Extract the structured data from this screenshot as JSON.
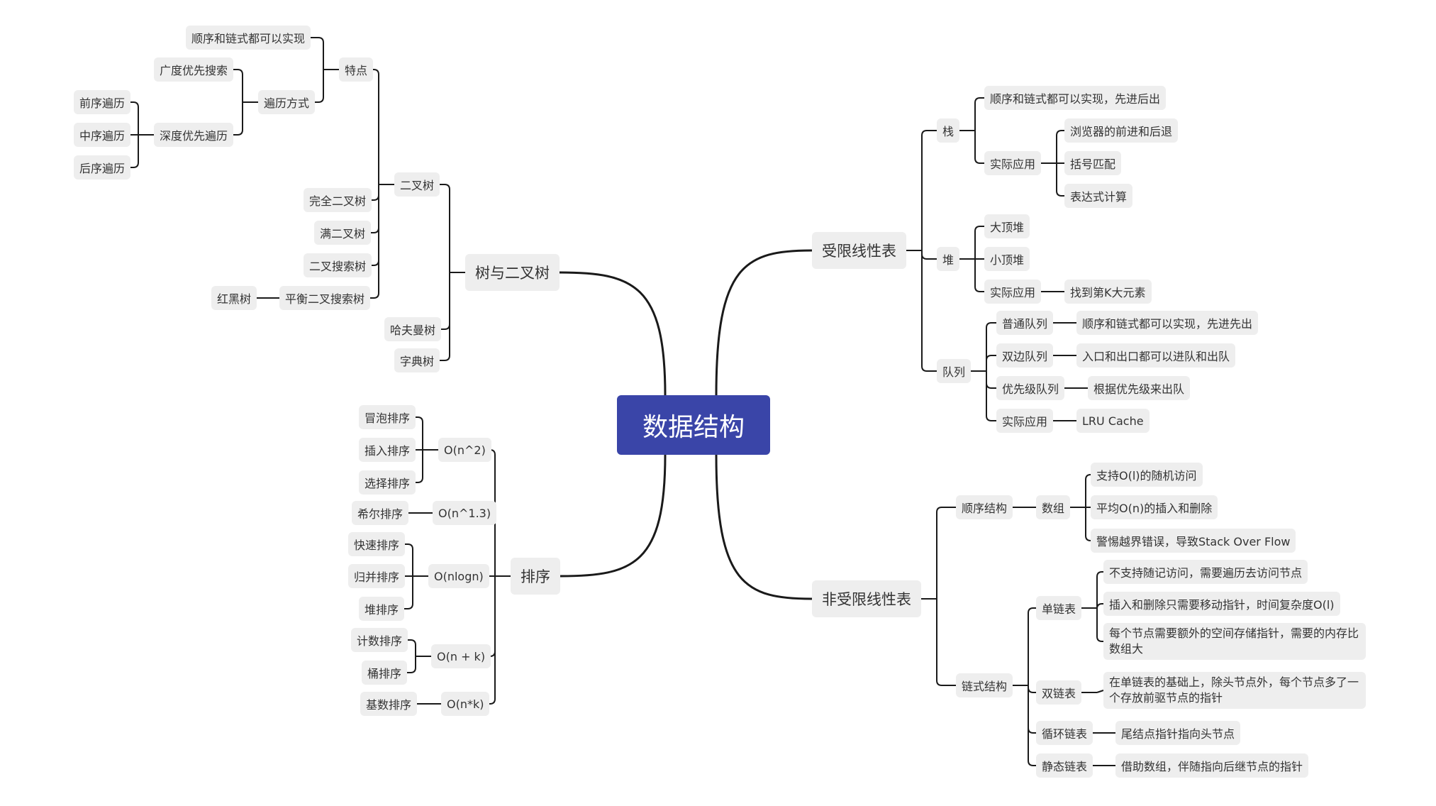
{
  "colors": {
    "root_bg": "#3a45a8",
    "root_text": "#ffffff",
    "node_bg": "#eeeeee",
    "node_text": "#333333",
    "line": "#1a1a1a"
  },
  "nodes": {
    "root": "数据结构",
    "tree": "树与二叉树",
    "binary_tree": "二叉树",
    "features": "特点",
    "seq_chain": "顺序和链式都可以实现",
    "traverse": "遍历方式",
    "bfs": "广度优先搜索",
    "dfs": "深度优先遍历",
    "preorder": "前序遍历",
    "inorder": "中序遍历",
    "postorder": "后序遍历",
    "complete_bt": "完全二叉树",
    "full_bt": "满二叉树",
    "bst": "二叉搜索树",
    "balanced_bst": "平衡二叉搜索树",
    "rbtree": "红黑树",
    "huffman": "哈夫曼树",
    "trie": "字典树",
    "sort": "排序",
    "o_n2": "O(n^2)",
    "bubble": "冒泡排序",
    "insertion": "插入排序",
    "selection": "选择排序",
    "o_n13": "O(n^1.3)",
    "shell": "希尔排序",
    "o_nlogn": "O(nlogn)",
    "quick": "快速排序",
    "merge": "归并排序",
    "heapsort": "堆排序",
    "o_nk": "O(n + k)",
    "counting": "计数排序",
    "bucket": "桶排序",
    "o_nxk": "O(n*k)",
    "radix": "基数排序",
    "restricted": "受限线性表",
    "stack": "栈",
    "stack_impl": "顺序和链式都可以实现，先进后出",
    "stack_app": "实际应用",
    "browser": "浏览器的前进和后退",
    "bracket": "括号匹配",
    "expr": "表达式计算",
    "heap": "堆",
    "maxheap": "大顶堆",
    "minheap": "小顶堆",
    "heap_app": "实际应用",
    "kth": "找到第K大元素",
    "queue": "队列",
    "q_normal": "普通队列",
    "q_normal_d": "顺序和链式都可以实现，先进先出",
    "q_deque": "双边队列",
    "q_deque_d": "入口和出口都可以进队和出队",
    "q_prio": "优先级队列",
    "q_prio_d": "根据优先级来出队",
    "q_app": "实际应用",
    "lru": "LRU Cache",
    "unrestricted": "非受限线性表",
    "seq_struct": "顺序结构",
    "array": "数组",
    "arr1": "支持O(l)的随机访问",
    "arr2": "平均O(n)的插入和删除",
    "arr3": "警惕越界错误，导致Stack Over Flow",
    "chain_struct": "链式结构",
    "sll": "单链表",
    "sll1": "不支持随记访问，需要遍历去访问节点",
    "sll2": "插入和删除只需要移动指针，时间复杂度O(l)",
    "sll3": "每个节点需要额外的空间存储指针，需要的内存比数组大",
    "dll": "双链表",
    "dll1": "在单链表的基础上，除头节点外，每个节点多了一个存放前驱节点的指针",
    "cll": "循环链表",
    "cll1": "尾结点指针指向头节点",
    "static_ll": "静态链表",
    "static_ll1": "借助数组，伴随指向后继节点的指针"
  }
}
